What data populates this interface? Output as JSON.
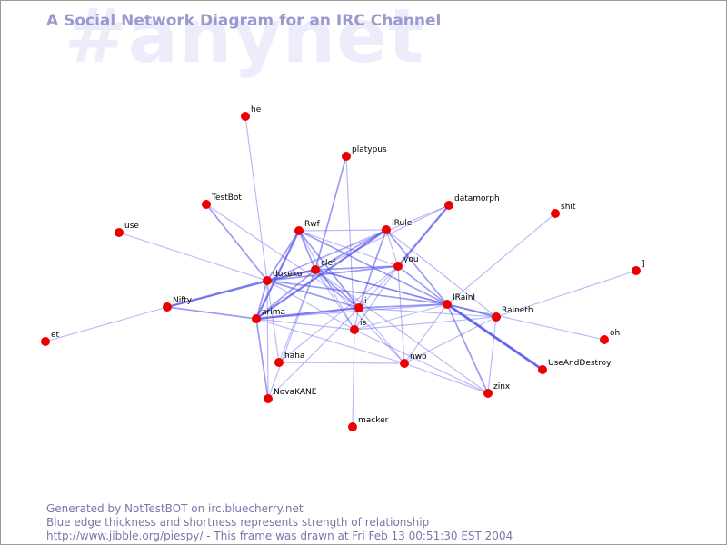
{
  "title": "A Social Network Diagram for an IRC Channel",
  "channel_watermark": "#anynet",
  "footer": {
    "line1": "Generated by NotTestBOT on irc.bluecherry.net",
    "line2": "Blue edge thickness and shortness represents strength of relationship",
    "line3": "http://www.jibble.org/piespy/ - This frame was drawn at Fri Feb 13 00:51:30 EST 2004"
  },
  "colors": {
    "node": "#ee0000",
    "edge": "#5555ee",
    "title": "#9a9ad0",
    "watermark": "#ececfb"
  },
  "nodes": [
    {
      "id": "he",
      "label": "he"
    },
    {
      "id": "platypus",
      "label": "platypus"
    },
    {
      "id": "TestBot",
      "label": "TestBot"
    },
    {
      "id": "datamorph",
      "label": "datamorph"
    },
    {
      "id": "shit",
      "label": "shit"
    },
    {
      "id": "use",
      "label": "use"
    },
    {
      "id": "Rwf",
      "label": "Rwf"
    },
    {
      "id": "IRule",
      "label": "IRule"
    },
    {
      "id": "you",
      "label": "you"
    },
    {
      "id": "clef",
      "label": "clef"
    },
    {
      "id": "rbracket",
      "label": "]"
    },
    {
      "id": "dukeku",
      "label": "dukeku"
    },
    {
      "id": "Nifty",
      "label": "Nifty"
    },
    {
      "id": "i",
      "label": "i"
    },
    {
      "id": "IRainI",
      "label": "IRainI"
    },
    {
      "id": "arima",
      "label": "arima"
    },
    {
      "id": "Raineth",
      "label": "Raineth"
    },
    {
      "id": "is",
      "label": "is"
    },
    {
      "id": "et",
      "label": "et"
    },
    {
      "id": "oh",
      "label": "oh"
    },
    {
      "id": "haha",
      "label": "haha"
    },
    {
      "id": "nwo",
      "label": "nwo"
    },
    {
      "id": "UseAndDestroy",
      "label": "UseAndDestroy"
    },
    {
      "id": "zinx",
      "label": "zinx"
    },
    {
      "id": "NovaKANE",
      "label": "NovaKANE"
    },
    {
      "id": "macker",
      "label": "macker"
    }
  ],
  "edges": [
    [
      "he",
      "dukeku",
      1
    ],
    [
      "platypus",
      "clef",
      2
    ],
    [
      "platypus",
      "is",
      1
    ],
    [
      "TestBot",
      "dukeku",
      2
    ],
    [
      "TestBot",
      "i",
      1
    ],
    [
      "datamorph",
      "you",
      3
    ],
    [
      "datamorph",
      "clef",
      1
    ],
    [
      "datamorph",
      "dukeku",
      1
    ],
    [
      "shit",
      "IRainI",
      1
    ],
    [
      "use",
      "dukeku",
      1
    ],
    [
      "rbracket",
      "Raineth",
      1
    ],
    [
      "et",
      "Nifty",
      1
    ],
    [
      "oh",
      "IRainI",
      1
    ],
    [
      "Rwf",
      "clef",
      2
    ],
    [
      "Rwf",
      "dukeku",
      2
    ],
    [
      "Rwf",
      "arima",
      3
    ],
    [
      "Rwf",
      "i",
      2
    ],
    [
      "Rwf",
      "is",
      1
    ],
    [
      "Rwf",
      "IRainI",
      2
    ],
    [
      "Rwf",
      "IRule",
      1
    ],
    [
      "Rwf",
      "you",
      1
    ],
    [
      "IRule",
      "clef",
      2
    ],
    [
      "IRule",
      "arima",
      3
    ],
    [
      "IRule",
      "you",
      1
    ],
    [
      "IRule",
      "IRainI",
      2
    ],
    [
      "IRule",
      "dukeku",
      1
    ],
    [
      "IRule",
      "i",
      2
    ],
    [
      "IRule",
      "Raineth",
      1
    ],
    [
      "you",
      "clef",
      2
    ],
    [
      "you",
      "dukeku",
      2
    ],
    [
      "you",
      "IRainI",
      2
    ],
    [
      "you",
      "i",
      1
    ],
    [
      "you",
      "is",
      1
    ],
    [
      "you",
      "haha",
      1
    ],
    [
      "you",
      "nwo",
      1
    ],
    [
      "clef",
      "dukeku",
      3
    ],
    [
      "clef",
      "IRainI",
      2
    ],
    [
      "clef",
      "i",
      2
    ],
    [
      "clef",
      "arima",
      2
    ],
    [
      "clef",
      "haha",
      1
    ],
    [
      "clef",
      "is",
      1
    ],
    [
      "clef",
      "nwo",
      1
    ],
    [
      "clef",
      "Raineth",
      1
    ],
    [
      "clef",
      "NovaKANE",
      1
    ],
    [
      "dukeku",
      "Nifty",
      3
    ],
    [
      "dukeku",
      "arima",
      2
    ],
    [
      "dukeku",
      "i",
      2
    ],
    [
      "dukeku",
      "IRainI",
      2
    ],
    [
      "dukeku",
      "NovaKANE",
      1
    ],
    [
      "dukeku",
      "haha",
      1
    ],
    [
      "dukeku",
      "is",
      1
    ],
    [
      "Nifty",
      "arima",
      2
    ],
    [
      "Nifty",
      "clef",
      1
    ],
    [
      "arima",
      "i",
      3
    ],
    [
      "arima",
      "IRainI",
      1
    ],
    [
      "arima",
      "is",
      1
    ],
    [
      "arima",
      "NovaKANE",
      2
    ],
    [
      "arima",
      "nwo",
      1
    ],
    [
      "i",
      "IRainI",
      2
    ],
    [
      "i",
      "is",
      1
    ],
    [
      "i",
      "NovaKANE",
      1
    ],
    [
      "i",
      "nwo",
      1
    ],
    [
      "i",
      "Raineth",
      1
    ],
    [
      "is",
      "IRainI",
      1
    ],
    [
      "is",
      "macker",
      1
    ],
    [
      "is",
      "Raineth",
      1
    ],
    [
      "IRainI",
      "Raineth",
      2
    ],
    [
      "IRainI",
      "UseAndDestroy",
      4
    ],
    [
      "IRainI",
      "zinx",
      2
    ],
    [
      "IRainI",
      "nwo",
      1
    ],
    [
      "Raineth",
      "zinx",
      1
    ],
    [
      "Raineth",
      "nwo",
      1
    ],
    [
      "nwo",
      "zinx",
      1
    ],
    [
      "nwo",
      "haha",
      1
    ],
    [
      "is",
      "zinx",
      1
    ],
    [
      "clef",
      "zinx",
      1
    ]
  ]
}
